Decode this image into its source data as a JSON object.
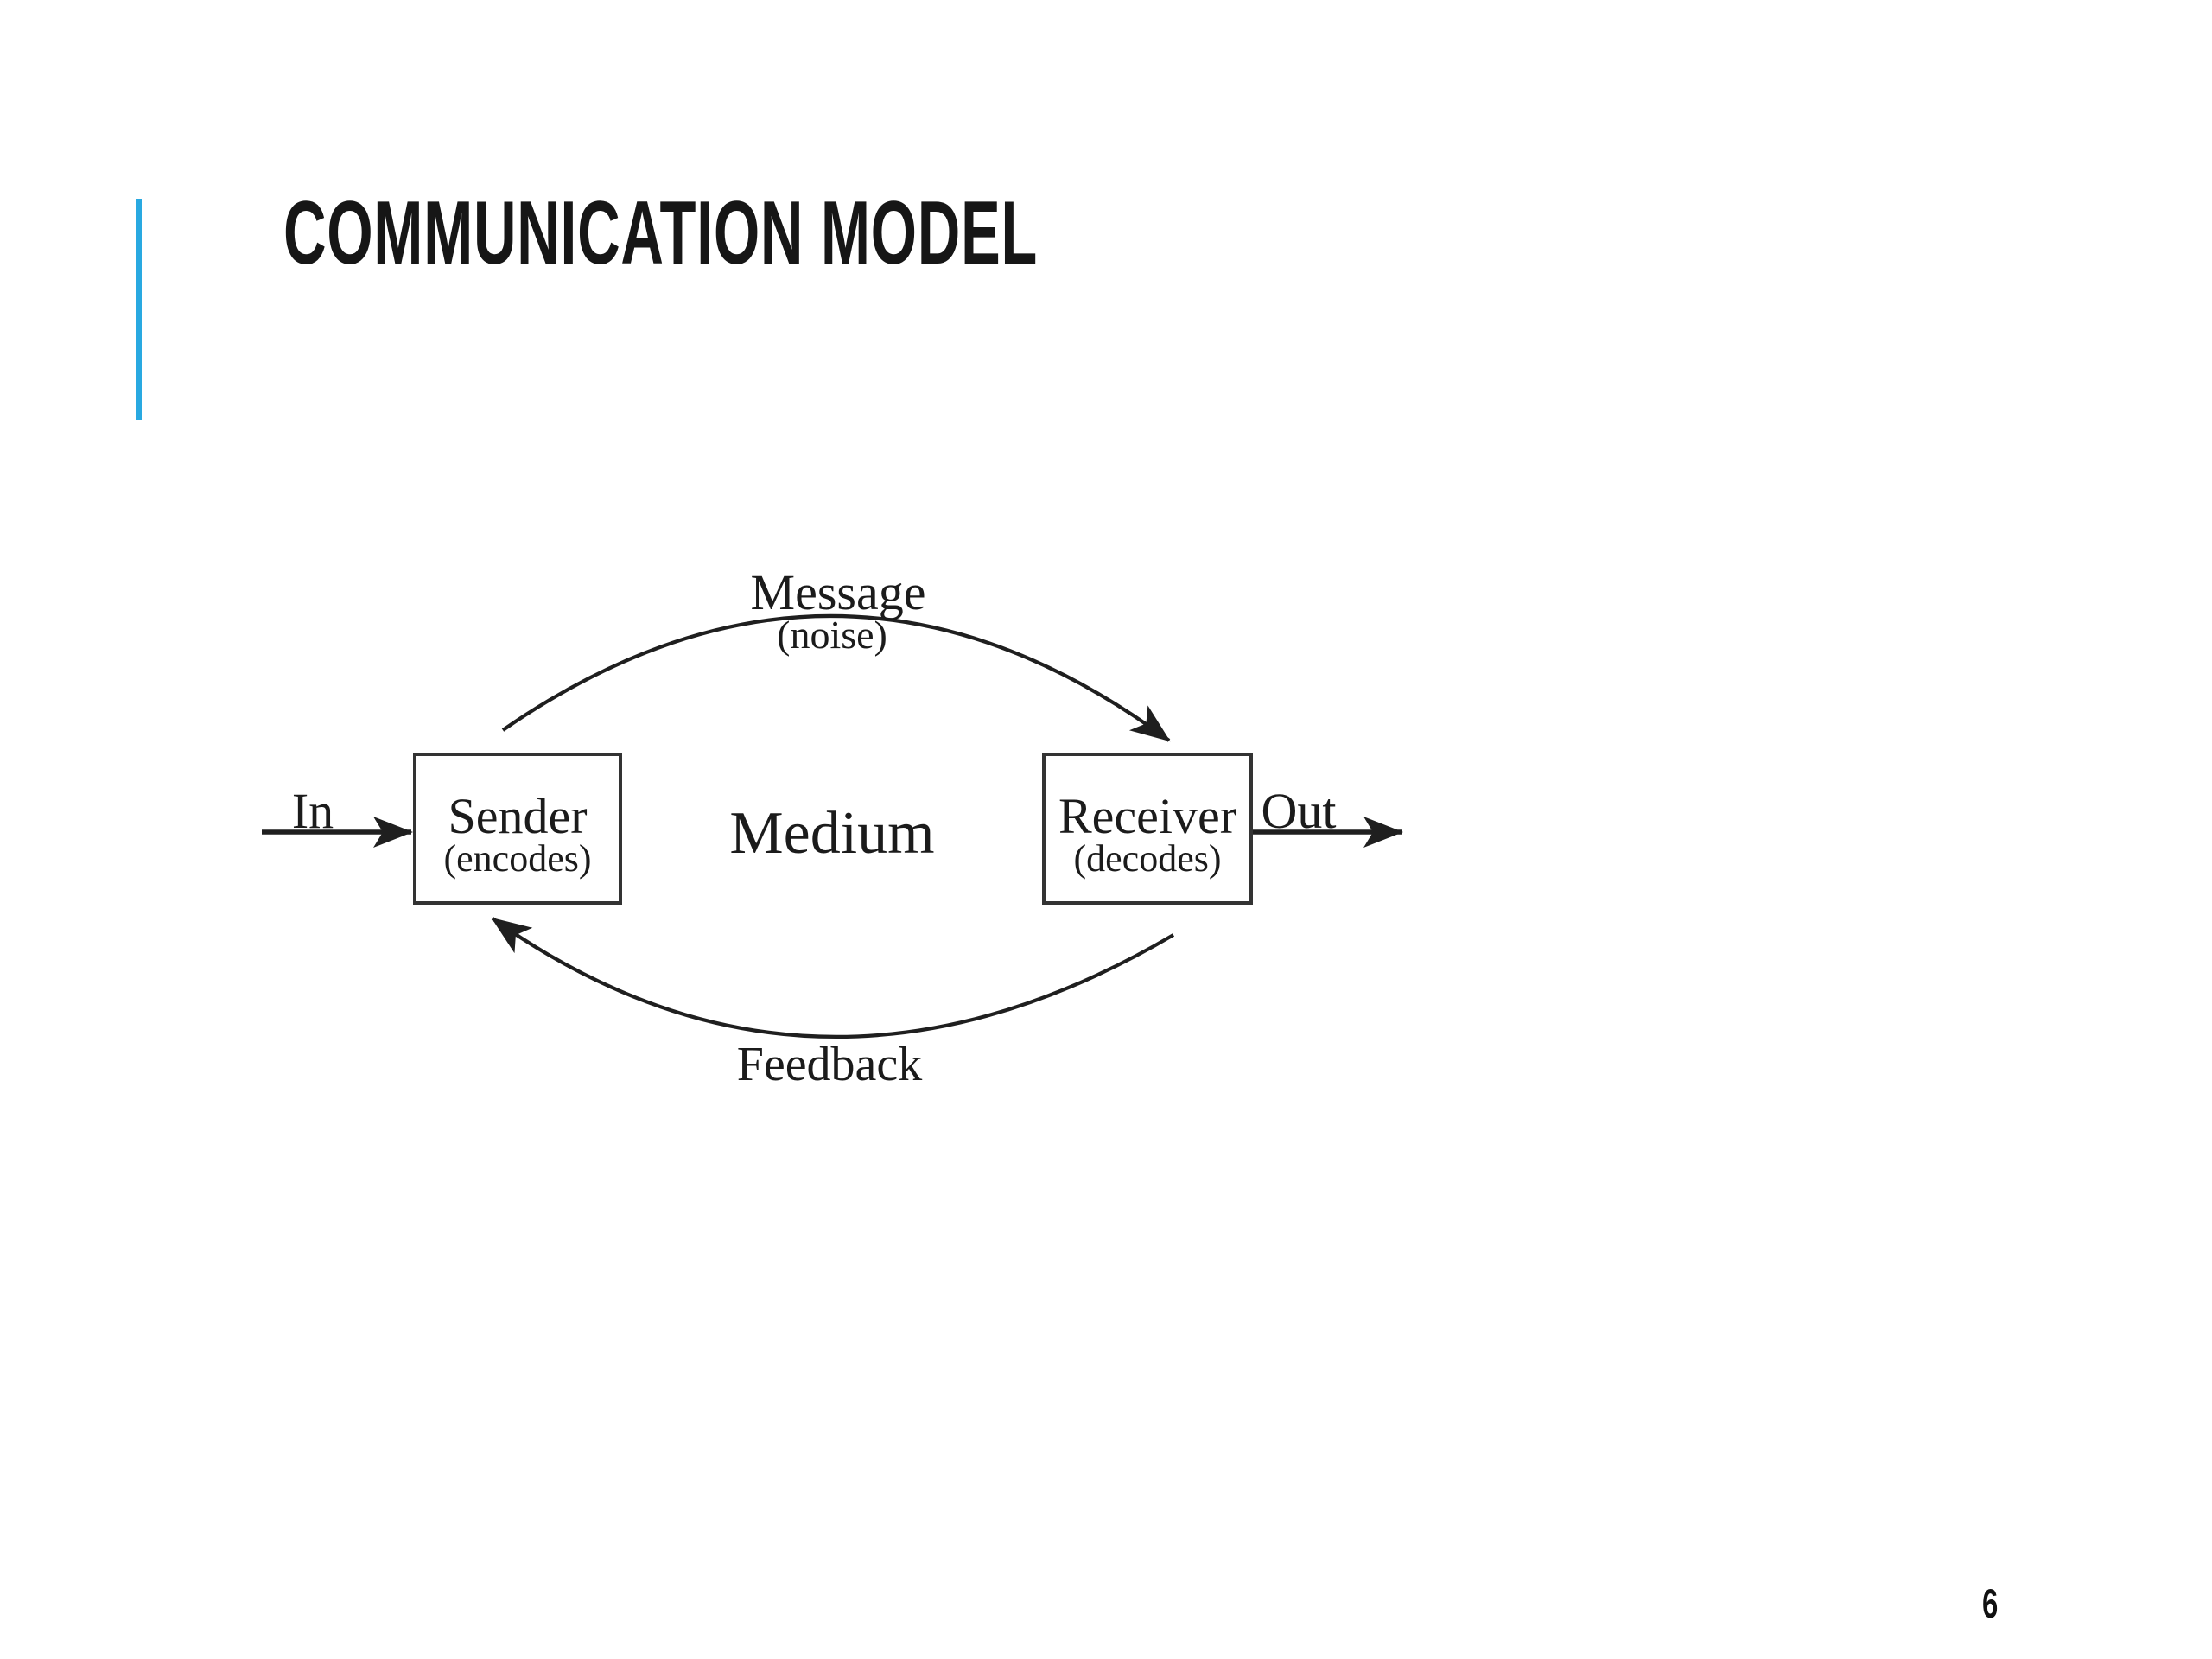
{
  "slide": {
    "title": "COMMUNICATION MODEL",
    "page_number": "6",
    "accent_color": "#29A9E1",
    "background_color": "#ffffff"
  },
  "diagram": {
    "line_color": "#1f1f1f",
    "box_border_color": "#333333",
    "nodes": [
      {
        "id": "sender",
        "title": "Sender",
        "subtitle": "(encodes)"
      },
      {
        "id": "receiver",
        "title": "Receiver",
        "subtitle": "(decodes)"
      }
    ],
    "labels": {
      "message": "Message",
      "noise": "(noise)",
      "medium": "Medium",
      "feedback": "Feedback",
      "in": "In",
      "out": "Out"
    }
  }
}
